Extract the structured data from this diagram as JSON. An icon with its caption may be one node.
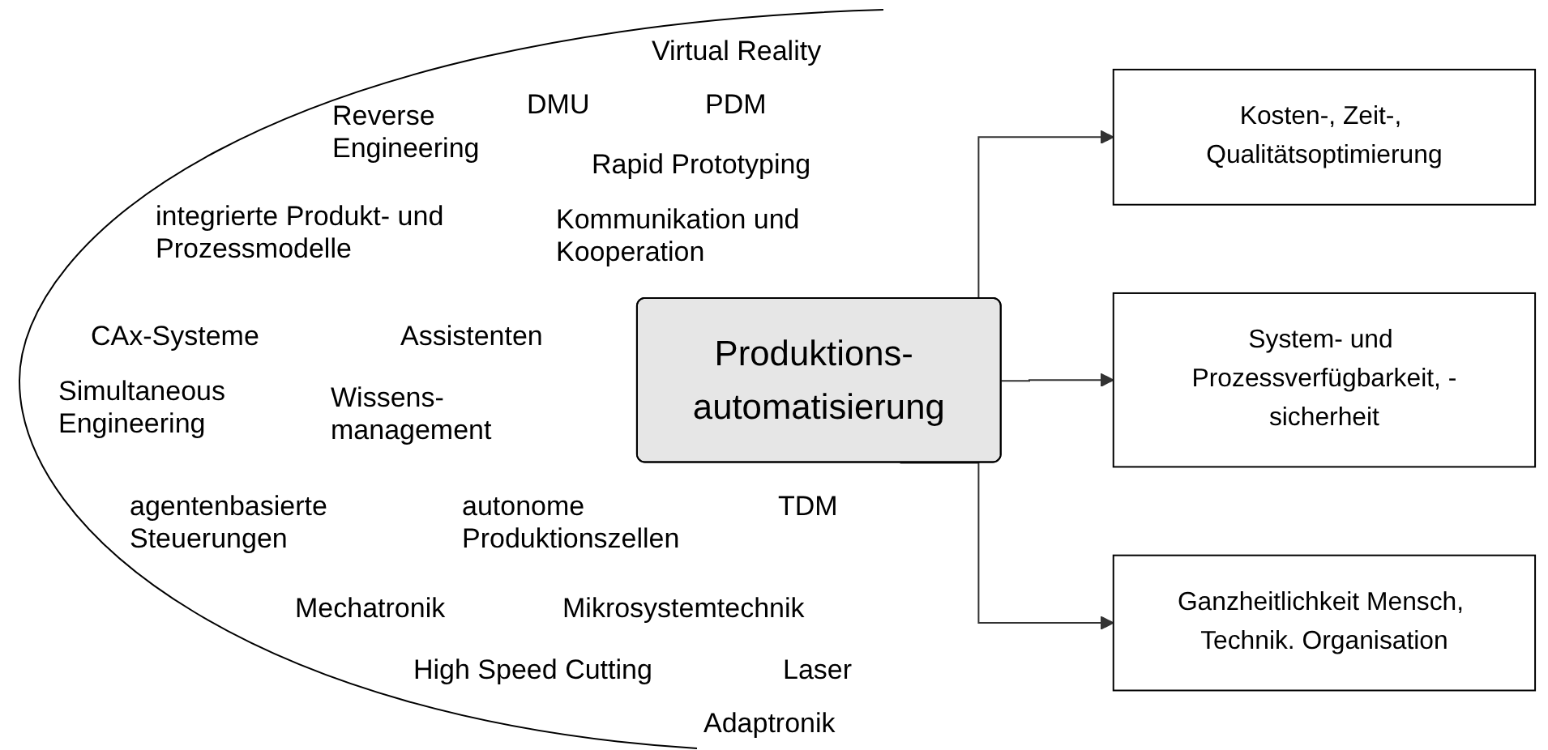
{
  "diagram": {
    "nodes": [
      {
        "text": [
          "Produktions- automatisierung"
        ]
      },
      {
        "text": [
          "Kosten-, Zeit-, Qualitätsoptimierung"
        ]
      },
      {
        "text": [
          "System- und Prozessverfügbarkeit, -sicherheit"
        ]
      },
      {
        "text": [
          "Ganzheitlichkeit Mensch, Technik. Organisation"
        ]
      }
    ],
    "edges": [
      {
        "from": 0,
        "to": 1,
        "arrow": "to"
      },
      {
        "from": 0,
        "to": 2,
        "arrow": "to"
      },
      {
        "from": 0,
        "to": 3,
        "arrow": "to"
      }
    ],
    "labels": [
      "Virtual Reality",
      "Reverse Engineering",
      "DMU",
      "PDM",
      "Rapid Prototyping",
      "integrierte Produkt- und Prozessmodelle",
      "Kommunikation und Kooperation",
      "CAx-Systeme",
      "Assistenten",
      "Simultaneous Engineering",
      "Wissens- management",
      "agentenbasierte Steuerungen",
      "autonome Produktionszellen",
      "TDM",
      "Mechatronik",
      "Mikrosystemtechnik",
      "High Speed Cutting",
      "Laser",
      "Adaptronik"
    ]
  }
}
